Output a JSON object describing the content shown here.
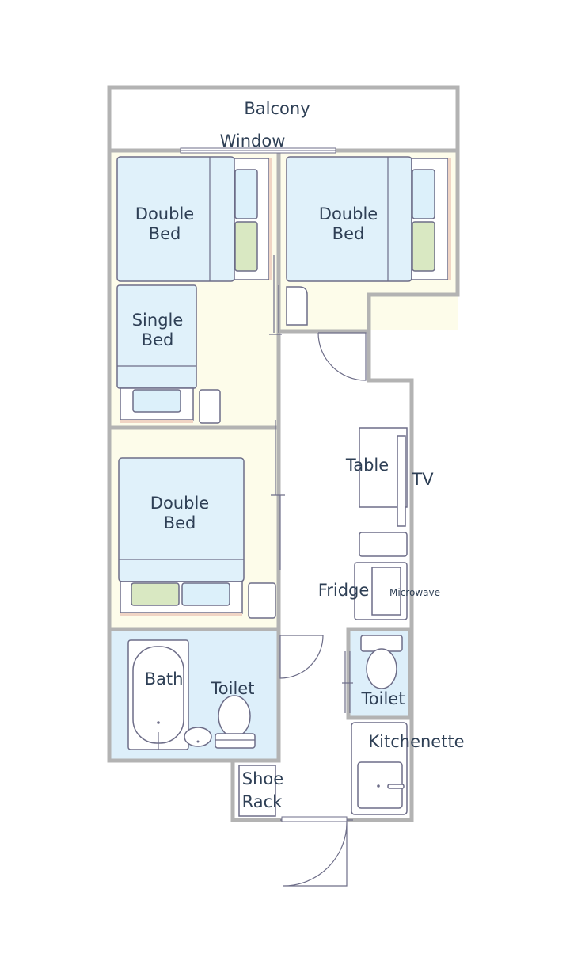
{
  "colors": {
    "wall": "#b3b3b3",
    "room_cream": "#fdfcea",
    "wet_area": "#ddeffa",
    "mattress": "#e0f1fa",
    "pillow_green": "#d9e8c2",
    "pillow_blue": "#dcf0fa",
    "outline": "#6d6d88",
    "text": "#2e3f55",
    "rug": "#f0d4c4"
  },
  "labels": {
    "balcony": "Balcony",
    "window": "Window",
    "double_bed_1_line1": "Double",
    "double_bed_1_line2": "Bed",
    "double_bed_2_line1": "Double",
    "double_bed_2_line2": "Bed",
    "single_bed_line1": "Single",
    "single_bed_line2": "Bed",
    "double_bed_3_line1": "Double",
    "double_bed_3_line2": "Bed",
    "table": "Table",
    "tv": "TV",
    "fridge": "Fridge",
    "microwave": "Microwave",
    "bath": "Bath",
    "toilet_bath": "Toilet",
    "toilet_wc": "Toilet",
    "kitchenette": "Kitchenette",
    "shoe_rack_line1": "Shoe",
    "shoe_rack_line2": "Rack"
  }
}
